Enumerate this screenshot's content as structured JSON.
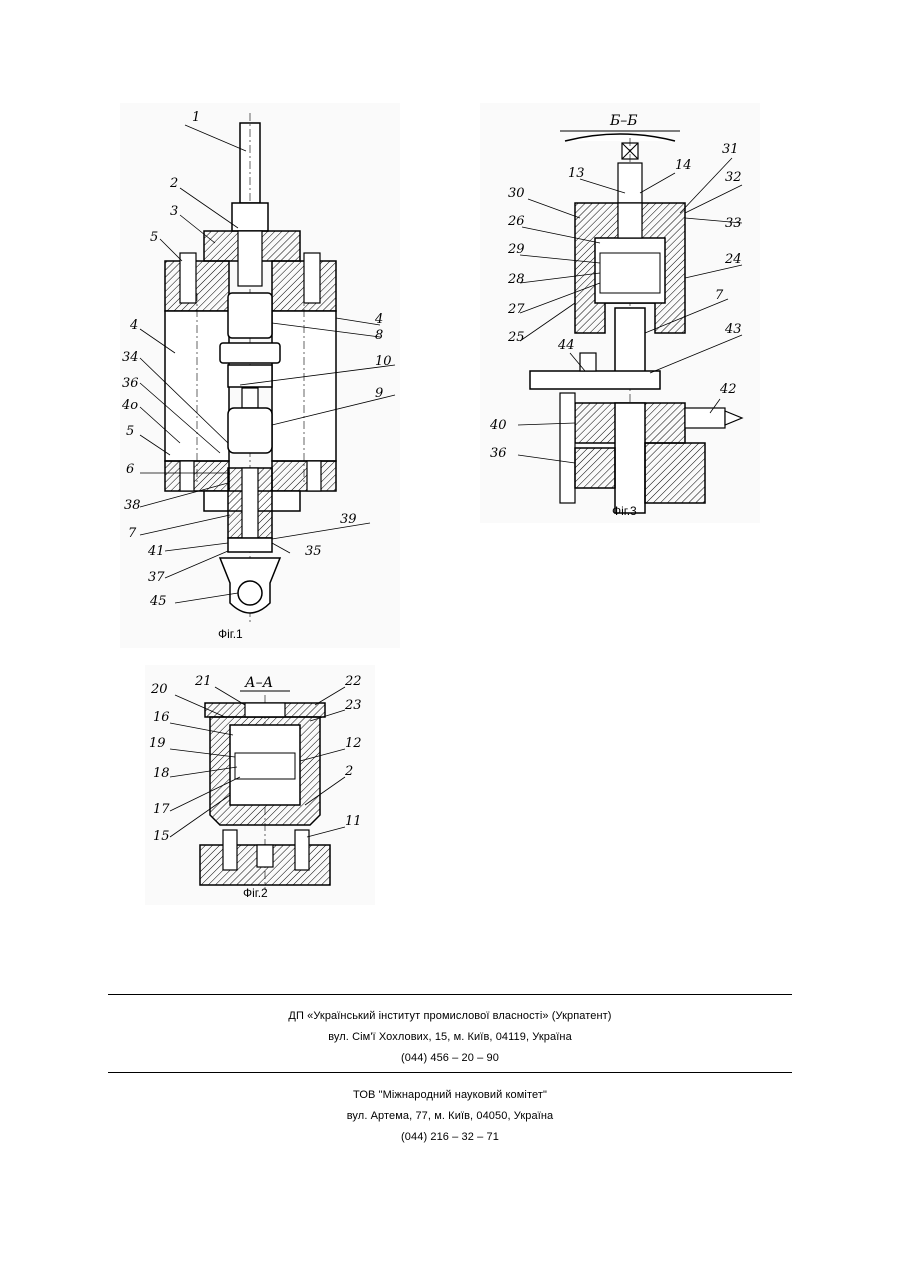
{
  "figures": {
    "fig1": {
      "caption": "Фіг.1",
      "labels": [
        "1",
        "2",
        "3",
        "5",
        "4",
        "4",
        "34",
        "36",
        "4о",
        "5",
        "6",
        "38",
        "7",
        "8",
        "10",
        "9",
        "39",
        "41",
        "35",
        "37",
        "45"
      ]
    },
    "fig2": {
      "caption": "Фіг.2",
      "section": "А–А",
      "labels": [
        "20",
        "21",
        "22",
        "23",
        "16",
        "19",
        "18",
        "17",
        "15",
        "12",
        "2",
        "11"
      ]
    },
    "fig3": {
      "caption": "Фіг.3",
      "section": "Б–Б",
      "labels": [
        "13",
        "14",
        "31",
        "32",
        "30",
        "26",
        "29",
        "28",
        "27",
        "25",
        "24",
        "33",
        "7",
        "43",
        "44",
        "42",
        "40",
        "36"
      ]
    }
  },
  "footer": {
    "org1": {
      "name": "ДП «Український інститут промислової власності» (Укрпатент)",
      "address": "вул. Сім'ї Хохлових, 15, м. Київ, 04119, Україна",
      "phone": "(044) 456 – 20 –  90"
    },
    "org2": {
      "name": "ТОВ \"Міжнародний науковий комітет\"",
      "address": "вул. Артема, 77, м. Київ, 04050, Україна",
      "phone": "(044) 216 – 32 – 71"
    }
  }
}
